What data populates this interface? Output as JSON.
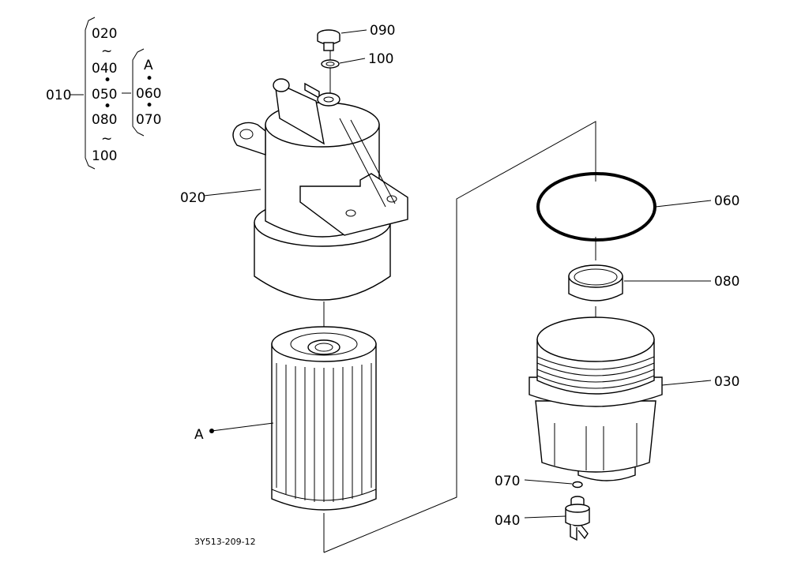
{
  "drawing_code": "3Y513-209-12",
  "legend": {
    "main": "010",
    "range_items": [
      "020",
      "~",
      "040",
      "•",
      "050",
      "•",
      "080",
      "~",
      "100"
    ],
    "group_items": [
      "A",
      "•",
      "060",
      "•",
      "070"
    ]
  },
  "callouts": {
    "p090": "090",
    "p100": "100",
    "p020": "020",
    "p060": "060",
    "p080": "080",
    "p030": "030",
    "pA": "A",
    "p070": "070",
    "p040": "040"
  }
}
